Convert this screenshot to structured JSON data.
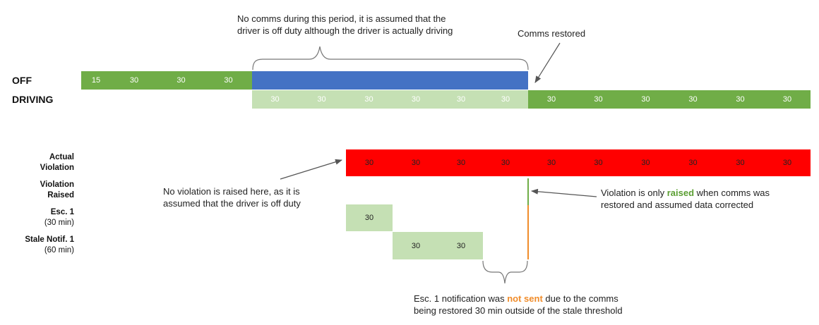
{
  "rows": {
    "off": "OFF",
    "driving": "DRIVING",
    "actual": [
      "Actual",
      "Violation"
    ],
    "raised": [
      "Violation",
      "Raised"
    ],
    "esc1": [
      "Esc. 1",
      "(30 min)"
    ],
    "stale": [
      "Stale Notif. 1",
      "(60 min)"
    ]
  },
  "off_values": [
    "15",
    "30",
    "30",
    "30"
  ],
  "driving_assumed_values": [
    "30",
    "30",
    "30",
    "30",
    "30",
    "30"
  ],
  "driving_restored_values": [
    "30",
    "30",
    "30",
    "30",
    "30",
    "30"
  ],
  "actual_values": [
    "30",
    "30",
    "30",
    "30",
    "30",
    "30",
    "30",
    "30",
    "30",
    "30"
  ],
  "esc1_values": [
    "30"
  ],
  "stale_values": [
    "30",
    "30"
  ],
  "annotations": {
    "no_comms": [
      "No comms during this period, it is assumed that the",
      "driver is off duty although the driver is actually driving"
    ],
    "comms_restored": "Comms restored",
    "no_violation": [
      "No violation is raised here, as it is",
      "assumed that the driver is off duty"
    ],
    "violation_only_pre": "Violation is only ",
    "violation_only_hl": "raised",
    "violation_only_post": " when comms was",
    "violation_line2": "restored and assumed data corrected",
    "esc_pre": "Esc. 1 notification was ",
    "esc_hl": "not sent",
    "esc_post": " due to the comms",
    "esc_line2": "being restored 30 min outside of the stale threshold"
  },
  "colors": {
    "green": "#70ad47",
    "light_green": "#c5e0b4",
    "blue": "#4472c4",
    "red": "#ff0000",
    "orange": "#f08c2a"
  }
}
